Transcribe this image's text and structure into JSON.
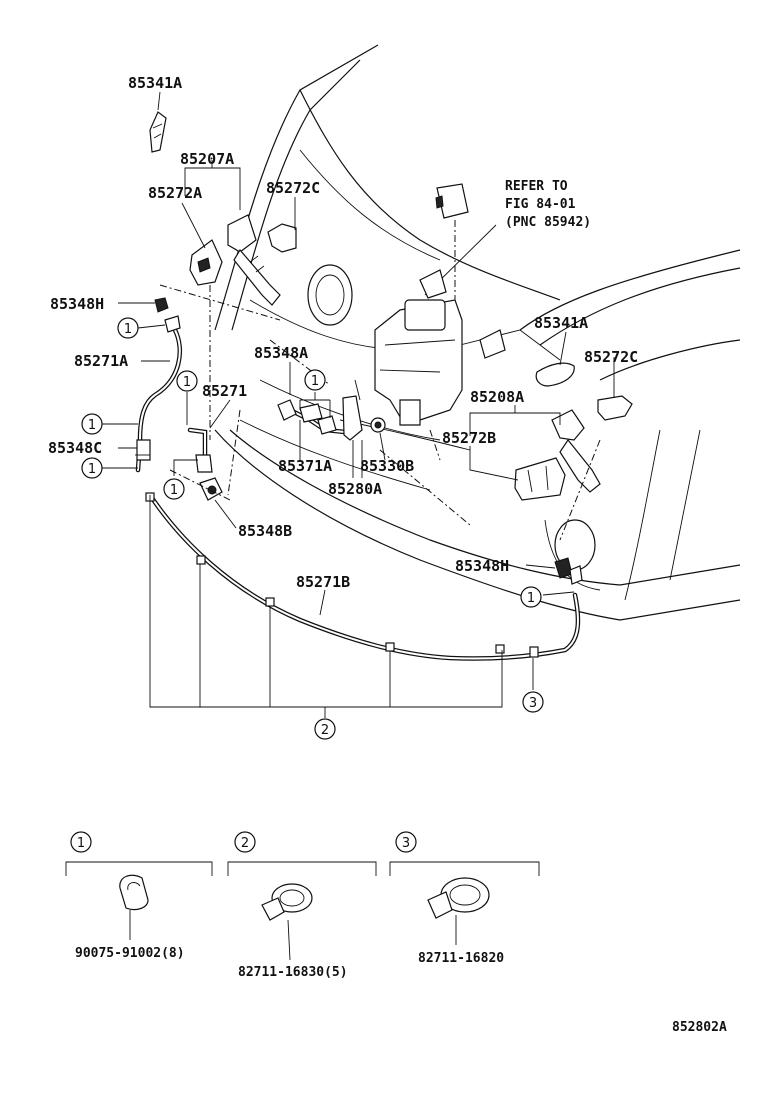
{
  "figure_code": "852802A",
  "refer_note": {
    "line1": "REFER TO",
    "line2": "FIG 84-01",
    "line3": "(PNC 85942)"
  },
  "part_labels": {
    "p85341A_top": "85341A",
    "p85207A": "85207A",
    "p85272A": "85272A",
    "p85272C_top": "85272C",
    "p85348H_left": "85348H",
    "p85271A": "85271A",
    "p85348A": "85348A",
    "p85271": "85271",
    "p85348C": "85348C",
    "p85371A": "85371A",
    "p85330B": "85330B",
    "p85280A": "85280A",
    "p85348B": "85348B",
    "p85341A_right": "85341A",
    "p85272C_right": "85272C",
    "p85208A": "85208A",
    "p85272B": "85272B",
    "p85348H_right": "85348H",
    "p85271B": "85271B"
  },
  "callouts": {
    "one": "1",
    "two": "2",
    "three": "3"
  },
  "legend": {
    "item1": {
      "key": "1",
      "part_no": "90075-91002(8)"
    },
    "item2": {
      "key": "2",
      "part_no": "82711-16830(5)"
    },
    "item3": {
      "key": "3",
      "part_no": "82711-16820"
    }
  }
}
